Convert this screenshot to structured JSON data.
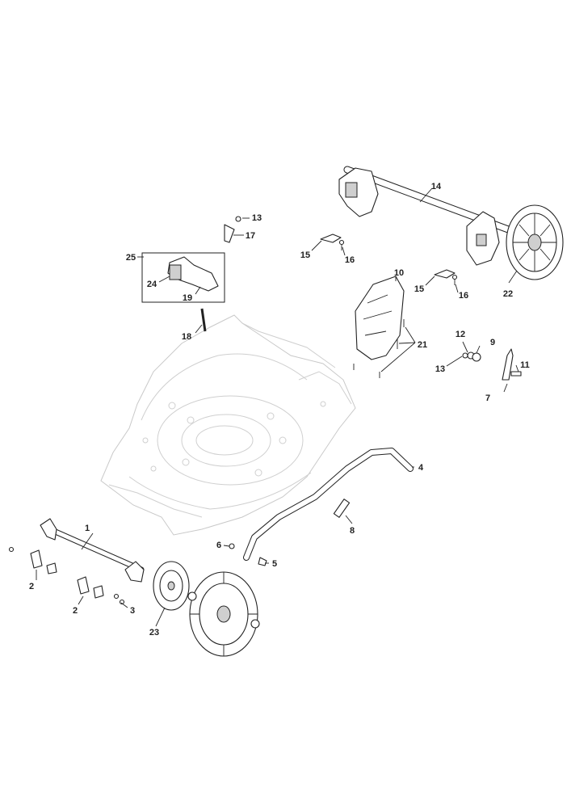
{
  "diagram": {
    "callouts": [
      {
        "id": "c1",
        "text": "1"
      },
      {
        "id": "c2a",
        "text": "2"
      },
      {
        "id": "c2b",
        "text": "2"
      },
      {
        "id": "c3",
        "text": "3"
      },
      {
        "id": "c4",
        "text": "4"
      },
      {
        "id": "c5",
        "text": "5"
      },
      {
        "id": "c6",
        "text": "6"
      },
      {
        "id": "c7",
        "text": "7"
      },
      {
        "id": "c8",
        "text": "8"
      },
      {
        "id": "c9",
        "text": "9"
      },
      {
        "id": "c10",
        "text": "10"
      },
      {
        "id": "c11",
        "text": "11"
      },
      {
        "id": "c12",
        "text": "12"
      },
      {
        "id": "c13a",
        "text": "13"
      },
      {
        "id": "c13b",
        "text": "13"
      },
      {
        "id": "c14",
        "text": "14"
      },
      {
        "id": "c15a",
        "text": "15"
      },
      {
        "id": "c15b",
        "text": "15"
      },
      {
        "id": "c16a",
        "text": "16"
      },
      {
        "id": "c16b",
        "text": "16"
      },
      {
        "id": "c17",
        "text": "17"
      },
      {
        "id": "c18",
        "text": "18"
      },
      {
        "id": "c19",
        "text": "19"
      },
      {
        "id": "c21",
        "text": "21"
      },
      {
        "id": "c22",
        "text": "22"
      },
      {
        "id": "c23",
        "text": "23"
      },
      {
        "id": "c24",
        "text": "24"
      },
      {
        "id": "c25",
        "text": "25"
      }
    ]
  }
}
